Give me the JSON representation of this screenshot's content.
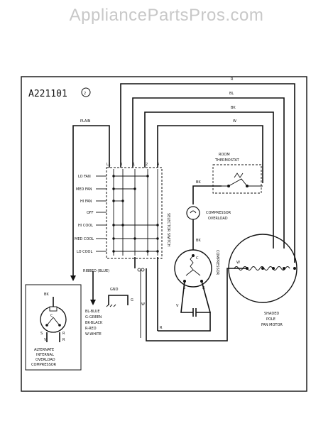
{
  "watermark": "AppliancePartsPros.com",
  "diagram_id": "A221101",
  "diagram_rev": "2",
  "wire_labels": {
    "r": "R",
    "bl": "BL",
    "bk": "BK",
    "w": "W",
    "plain": "PLAIN",
    "ribbed": "RIBBED (BLUE)",
    "gnd": "GND",
    "g": "G",
    "w2": "W",
    "r2": "R",
    "bk_thermo": "BK",
    "bk_comp": "BK",
    "w_fan": "W"
  },
  "terminals": [
    "L1",
    "3",
    "1",
    "2",
    "4"
  ],
  "switch_positions": [
    "LO FAN",
    "MED FAN",
    "HI FAN",
    "OFF",
    "HI COOL",
    "MED COOL",
    "LO COOL"
  ],
  "selector_label": "SELECTOR SWITCH",
  "thermostat_label": [
    "ROOM",
    "THERMOSTAT"
  ],
  "overload_label": [
    "COMPRESSOR",
    "OVERLOAD"
  ],
  "compressor_label": "COMPRESSOR",
  "compressor_terminals": {
    "c": "C",
    "s": "S",
    "r": "R"
  },
  "fan_label": [
    "SHADED",
    "POLE",
    "FAN MOTOR"
  ],
  "legend": [
    "BL-BLUE",
    "G-GREEN",
    "BK-BLACK",
    "R-RED",
    "W-WHITE"
  ],
  "alt_box": {
    "bk": "BK",
    "c": "C",
    "s": "S",
    "r": "R",
    "v": "V",
    "caption": [
      "ALTERNATE",
      "INTERNAL",
      "OVERLOAD",
      "COMPRESSOR"
    ]
  }
}
